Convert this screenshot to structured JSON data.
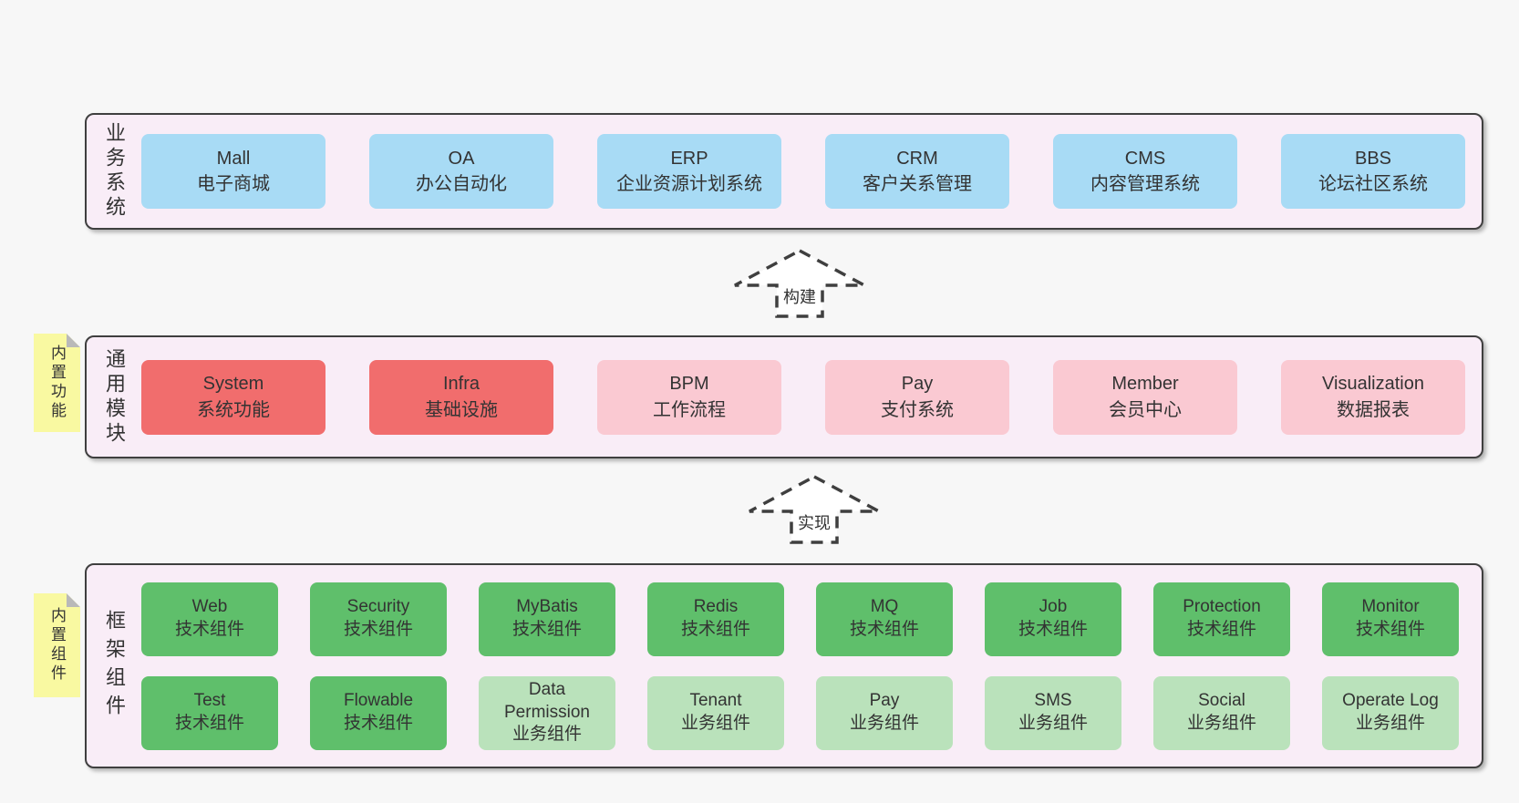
{
  "colors": {
    "page_bg": "#f7f7f7",
    "section_bg": "#f9edf7",
    "section_border": "#3f3f3f",
    "blue": "#a8dbf5",
    "red": "#f16d6d",
    "pink": "#fac9d2",
    "green": "#5fbf6b",
    "light_green": "#bae2bb",
    "note_yellow": "#f9f9a1",
    "note_fold": "#b9b9b9",
    "text": "#333333"
  },
  "sections": {
    "business": {
      "label": "业务系统",
      "boxes": [
        {
          "name": "Mall",
          "desc": "电子商城"
        },
        {
          "name": "OA",
          "desc": "办公自动化"
        },
        {
          "name": "ERP",
          "desc": "企业资源计划系统"
        },
        {
          "name": "CRM",
          "desc": "客户关系管理"
        },
        {
          "name": "CMS",
          "desc": "内容管理系统"
        },
        {
          "name": "BBS",
          "desc": "论坛社区系统"
        }
      ]
    },
    "modules": {
      "label": "通用模块",
      "tab": "内置功能",
      "boxes": [
        {
          "name": "System",
          "desc": "系统功能"
        },
        {
          "name": "Infra",
          "desc": "基础设施"
        },
        {
          "name": "BPM",
          "desc": "工作流程"
        },
        {
          "name": "Pay",
          "desc": "支付系统"
        },
        {
          "name": "Member",
          "desc": "会员中心"
        },
        {
          "name": "Visualization",
          "desc": "数据报表"
        }
      ]
    },
    "framework": {
      "label": "框架组件",
      "tab": "内置组件",
      "row1": [
        {
          "name": "Web",
          "desc": "技术组件"
        },
        {
          "name": "Security",
          "desc": "技术组件"
        },
        {
          "name": "MyBatis",
          "desc": "技术组件"
        },
        {
          "name": "Redis",
          "desc": "技术组件"
        },
        {
          "name": "MQ",
          "desc": "技术组件"
        },
        {
          "name": "Job",
          "desc": "技术组件"
        },
        {
          "name": "Protection",
          "desc": "技术组件"
        },
        {
          "name": "Monitor",
          "desc": "技术组件"
        }
      ],
      "row2": [
        {
          "name": "Test",
          "desc": "技术组件"
        },
        {
          "name": "Flowable",
          "desc": "技术组件"
        },
        {
          "name": "Data Permission",
          "desc": "业务组件"
        },
        {
          "name": "Tenant",
          "desc": "业务组件"
        },
        {
          "name": "Pay",
          "desc": "业务组件"
        },
        {
          "name": "SMS",
          "desc": "业务组件"
        },
        {
          "name": "Social",
          "desc": "业务组件"
        },
        {
          "name": "Operate Log",
          "desc": "业务组件"
        }
      ]
    }
  },
  "arrows": {
    "build": "构建",
    "implement": "实现"
  }
}
